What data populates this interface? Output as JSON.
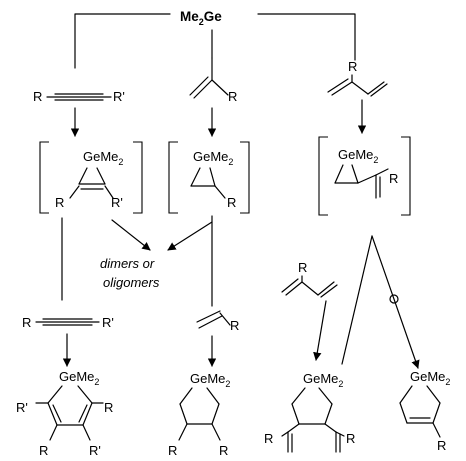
{
  "reagent": {
    "prefix": "Me",
    "sub": "2",
    "suffix": "Ge"
  },
  "substituents": {
    "R": "R",
    "Rp": "R'"
  },
  "germylene": {
    "base": "GeMe",
    "sub": "2"
  },
  "dimers": {
    "line1": "dimers or",
    "line2": "oligomers"
  },
  "colors": {
    "ink": "#000000",
    "background": "#ffffff"
  }
}
